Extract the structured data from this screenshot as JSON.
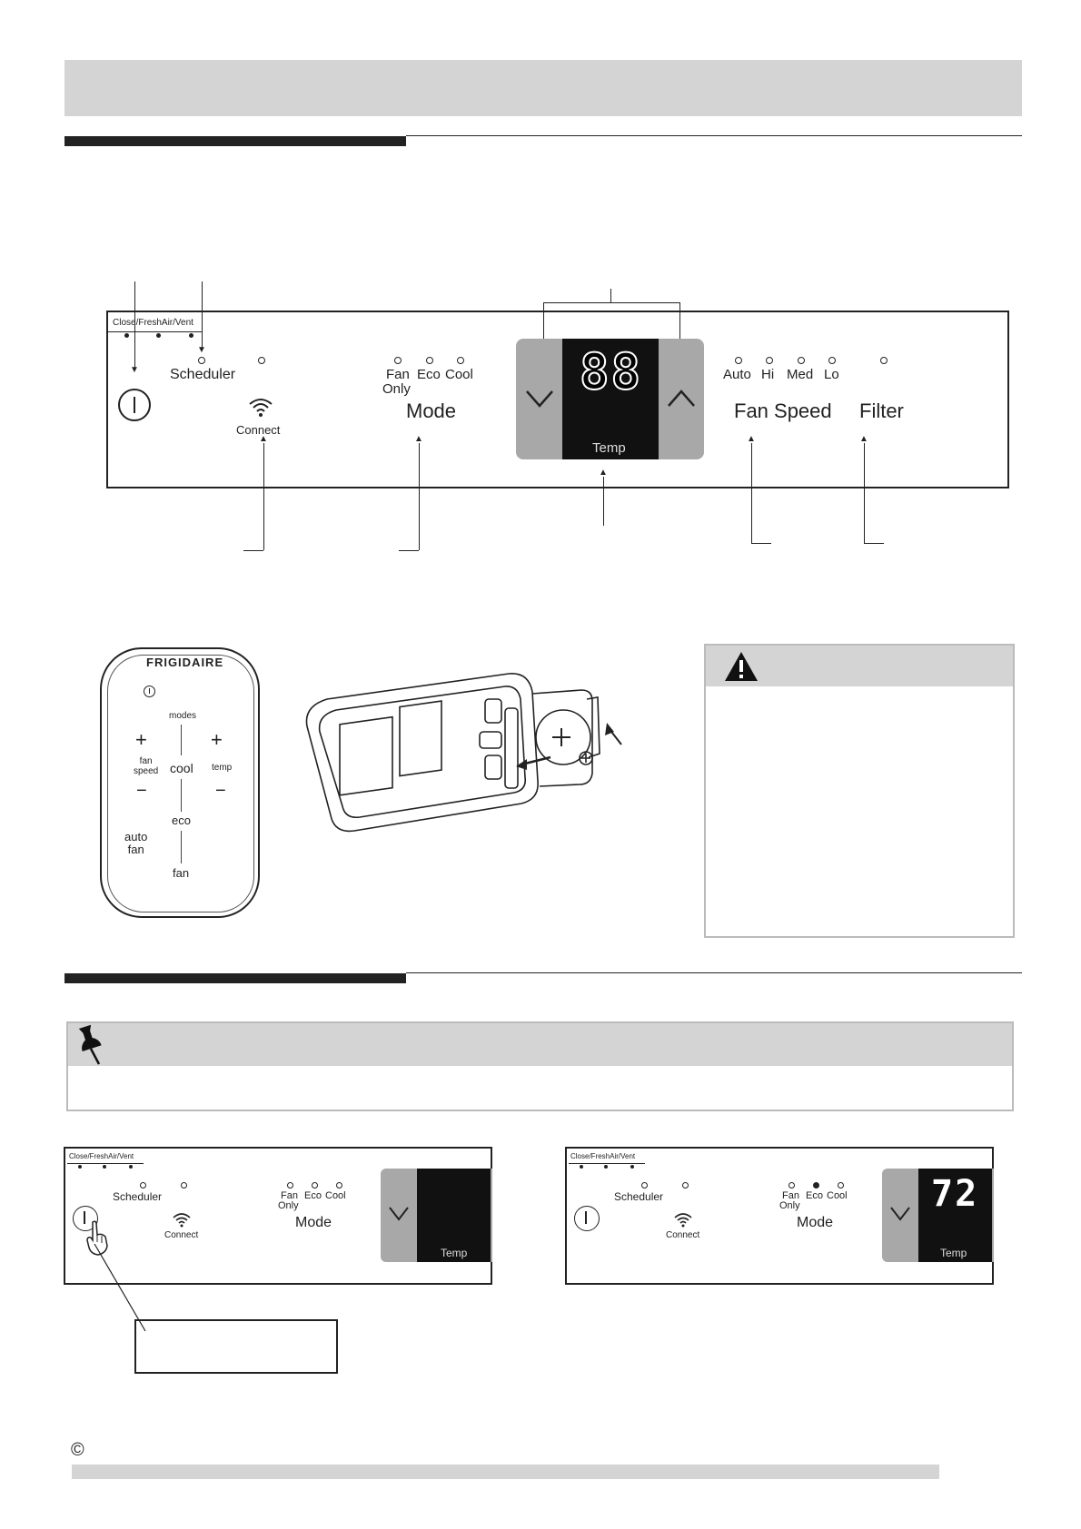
{
  "header": {
    "band_color": "#d4d4d4"
  },
  "control_panel": {
    "vent_label": "Close/FreshAir/Vent",
    "scheduler_label": "Scheduler",
    "connect_label": "Connect",
    "mode_options": [
      "Fan",
      "Eco",
      "Cool"
    ],
    "mode_option_sub": "Only",
    "mode_label": "Mode",
    "display_digits": "88",
    "temp_label": "Temp",
    "fan_options": [
      "Auto",
      "Hi",
      "Med",
      "Lo"
    ],
    "fan_speed_label": "Fan Speed",
    "filter_label": "Filter"
  },
  "remote": {
    "brand": "FRIGIDAIRE",
    "modes_label": "modes",
    "fan_speed_label": "fan\nspeed",
    "temp_label": "temp",
    "cool_label": "cool",
    "eco_label": "eco",
    "auto_fan_label": "auto\nfan",
    "fan_label": "fan",
    "plus": "+",
    "minus": "−"
  },
  "panel_off": {
    "vent_label": "Close/FreshAir/Vent",
    "scheduler_label": "Scheduler",
    "connect_label": "Connect",
    "mode_options": [
      "Fan",
      "Eco",
      "Cool"
    ],
    "mode_option_sub": "Only",
    "mode_label": "Mode",
    "temp_label": "Temp"
  },
  "panel_on": {
    "vent_label": "Close/FreshAir/Vent",
    "scheduler_label": "Scheduler",
    "connect_label": "Connect",
    "mode_options": [
      "Fan",
      "Eco",
      "Cool"
    ],
    "mode_option_sub": "Only",
    "mode_label": "Mode",
    "display_digits": "72",
    "temp_label": "Temp"
  },
  "footer": {
    "copyright_symbol": "©"
  }
}
